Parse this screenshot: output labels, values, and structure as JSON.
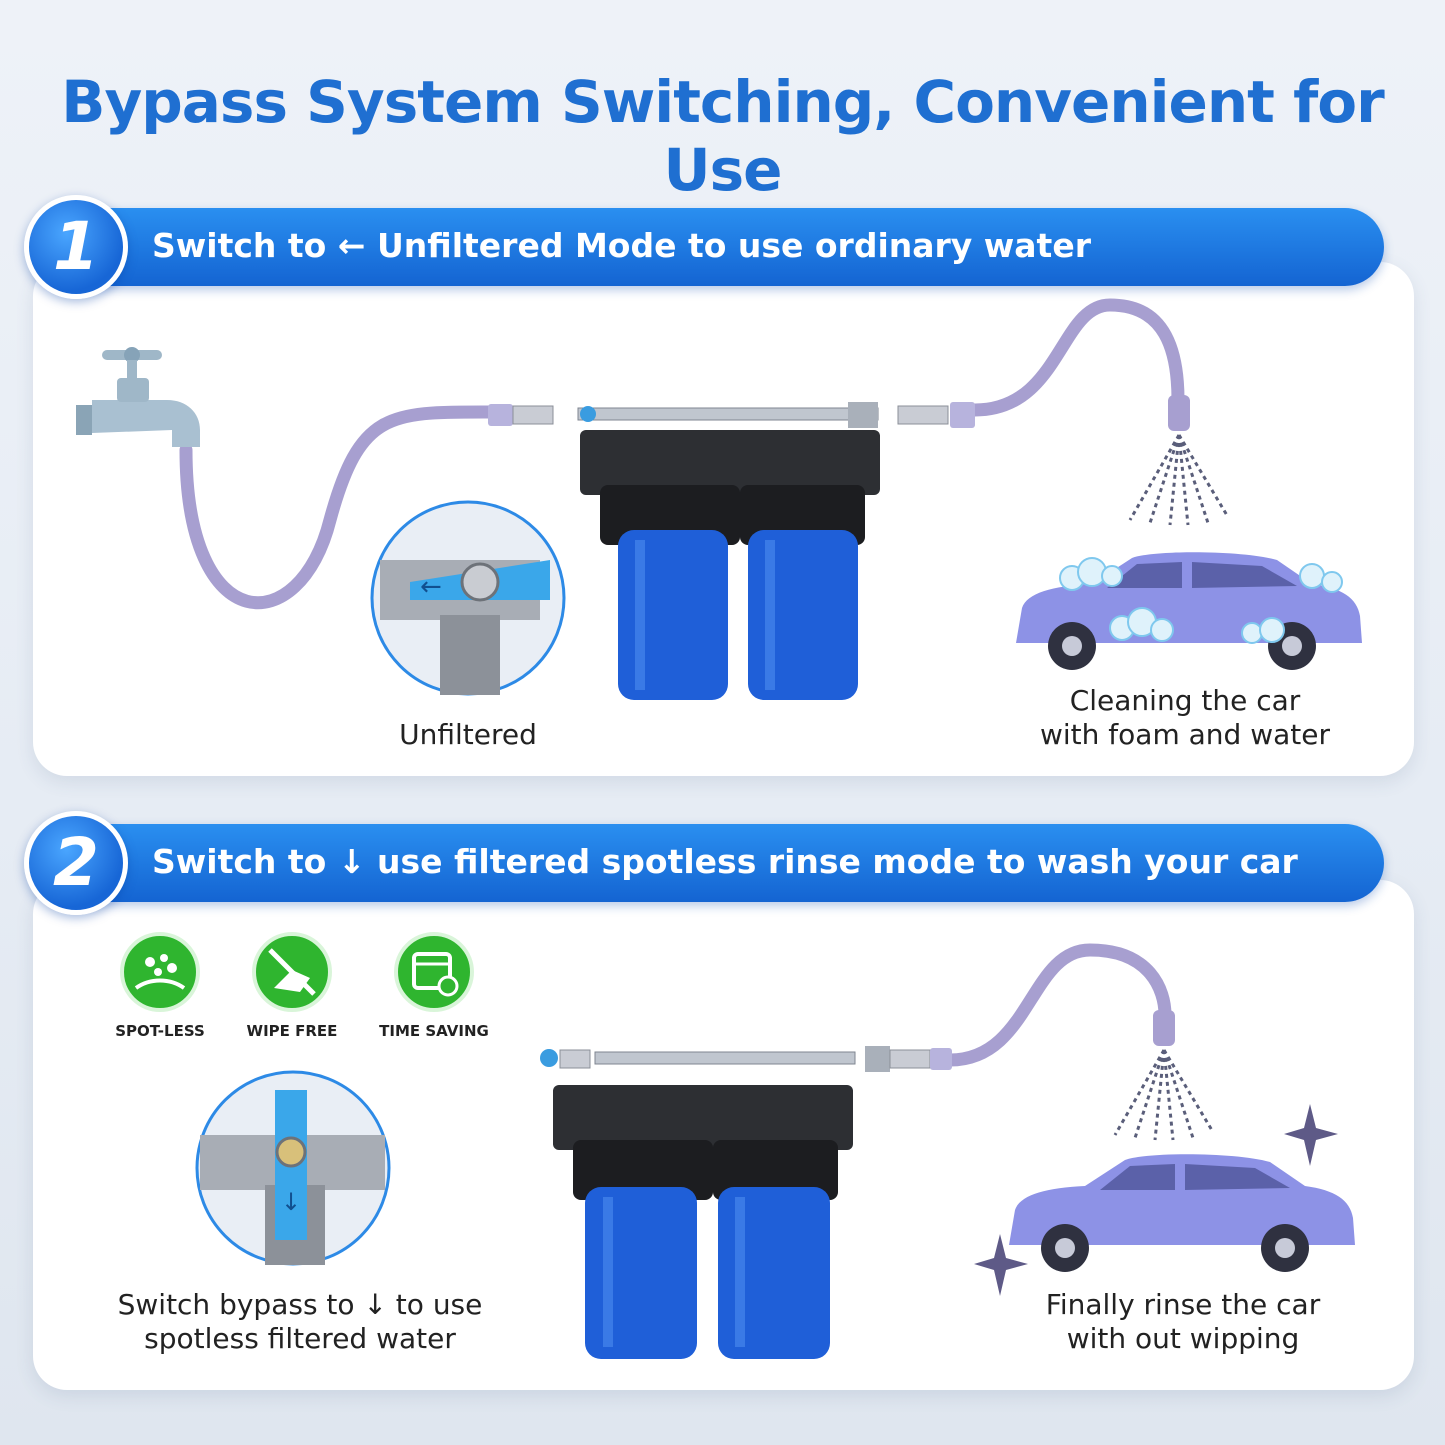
{
  "title": "Bypass System Switching, Convenient for Use",
  "step1": {
    "number": "1",
    "banner": "Switch to ← Unfiltered Mode to use ordinary water",
    "valve_label": "Unfiltered",
    "car_caption_line1": "Cleaning the car",
    "car_caption_line2": "with foam and water"
  },
  "step2": {
    "number": "2",
    "banner": "Switch to ↓ use filtered spotless rinse mode to wash your car",
    "features": [
      {
        "label": "SPOT-LESS",
        "icon": "spot-less-icon"
      },
      {
        "label": "WIPE FREE",
        "icon": "wipe-free-icon"
      },
      {
        "label": "TIME SAVING",
        "icon": "time-saving-icon"
      }
    ],
    "valve_caption_line1": "Switch bypass to ↓ to use",
    "valve_caption_line2": "spotless filtered water",
    "car_caption_line1": "Finally rinse the car",
    "car_caption_line2": "with out wipping"
  },
  "colors": {
    "accent": "#1f6fd1",
    "filter_blue": "#1f5fd8",
    "hose": "#a79fd0",
    "car": "#8d92e6",
    "feature_green": "#2fb52f"
  }
}
